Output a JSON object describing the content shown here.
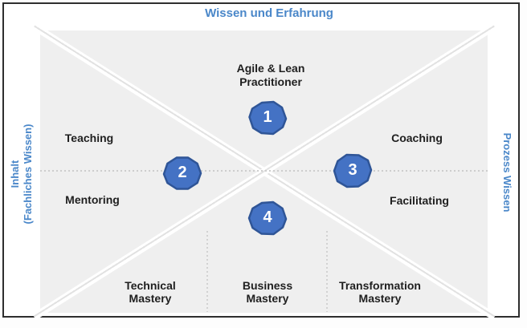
{
  "axis_labels": {
    "top": "Wissen und Erfahrung",
    "left": {
      "line1": "Inhalt",
      "line2": "(Fachliches Wissen)"
    },
    "right": "Prozess Wissen"
  },
  "quadrant_labels": {
    "top_center": {
      "line1": "Agile & Lean",
      "line2": "Practitioner"
    },
    "left_upper": "Teaching",
    "left_lower": "Mentoring",
    "right_upper": "Coaching",
    "right_lower": "Facilitating"
  },
  "markers": [
    "1",
    "2",
    "3",
    "4"
  ],
  "mastery_labels": [
    {
      "line1": "Technical",
      "line2": "Mastery"
    },
    {
      "line1": "Business",
      "line2": "Mastery"
    },
    {
      "line1": "Transformation",
      "line2": "Mastery"
    }
  ],
  "colors": {
    "accent_blue_text": "#4a87c9",
    "marker_fill": "#4472c4",
    "marker_border": "#2f5597",
    "panel_gray": "#efefef"
  }
}
